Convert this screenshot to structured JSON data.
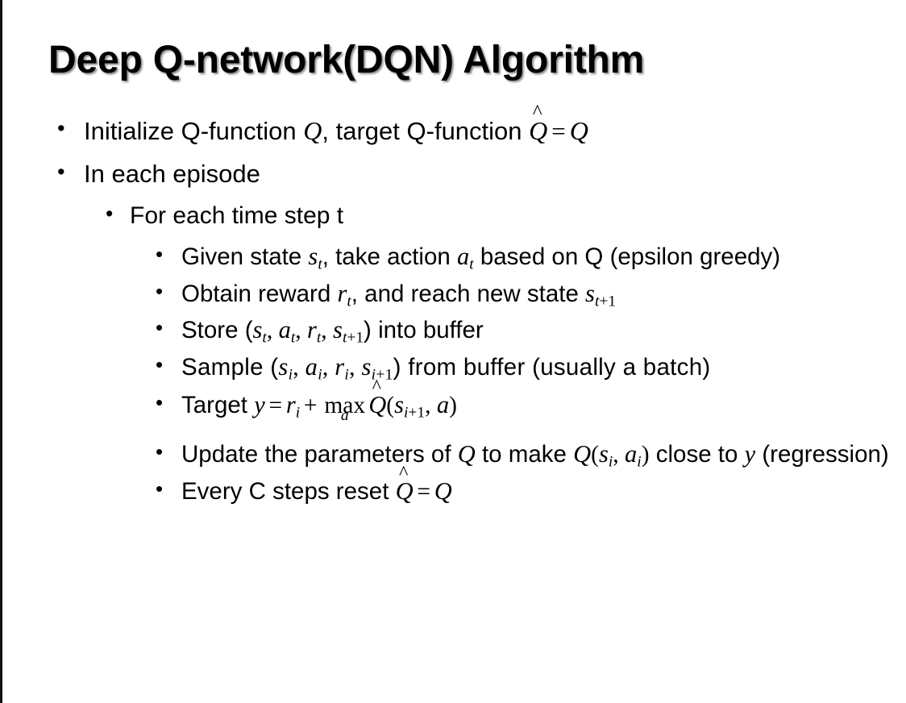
{
  "slide": {
    "title": "Deep Q-network(DQN) Algorithm",
    "background_color": "#ffffff",
    "text_color": "#000000",
    "border_color": "#111111",
    "title_shadow_color": "#787878",
    "bullet_glyph": "•"
  },
  "content": {
    "level1": [
      {
        "id": "initialize",
        "text": "Initialize Q-function Q, target Q-function Q̂ = Q"
      },
      {
        "id": "in-each-episode",
        "text": "In each episode"
      }
    ],
    "level2": [
      {
        "id": "for-each-time-step",
        "text": "For each time step t"
      }
    ],
    "level3": [
      {
        "id": "given-state",
        "text": "Given state s_t, take action a_t based on Q (epsilon greedy)"
      },
      {
        "id": "obtain-reward",
        "text": "Obtain reward r_t, and reach new state s_t+1"
      },
      {
        "id": "store",
        "text": "Store (s_t, a_t, r_t, s_t+1) into buffer"
      },
      {
        "id": "sample",
        "text": "Sample (s_i, a_i, r_i, s_i+1) from buffer (usually a batch)"
      },
      {
        "id": "target",
        "text": "Target y = r_i + max_a Q̂(s_i+1, a)"
      },
      {
        "id": "update-parameters",
        "text": "Update the parameters of Q to make Q(s_i, a_i) close to y (regression)"
      },
      {
        "id": "reset-target",
        "text": "Every C steps reset Q̂ = Q"
      }
    ],
    "tokens": {
      "initialize_pre": "Initialize Q-function ",
      "initialize_q1": "Q",
      "initialize_mid": ", target Q-function ",
      "initialize_qhat": "Q",
      "initialize_eq": "=",
      "initialize_q2": "Q",
      "in_each_episode": "In each episode",
      "for_each_time_step": "For each time step t",
      "given_pre": "Given state ",
      "given_s": "s",
      "given_s_sub": "t",
      "given_mid": ", take action ",
      "given_a": "a",
      "given_a_sub": "t",
      "given_post": " based on Q (epsilon greedy)",
      "obtain_pre": "Obtain reward ",
      "obtain_r": "r",
      "obtain_r_sub": "t",
      "obtain_mid": ", and reach new state ",
      "obtain_s": "s",
      "obtain_s_sub": "t",
      "obtain_s_subplus": "+1",
      "store_pre": "Store (",
      "store_s1": "s",
      "store_s1_sub": "t",
      "store_c1": ", ",
      "store_a": "a",
      "store_a_sub": "t",
      "store_c2": ", ",
      "store_r": "r",
      "store_r_sub": "t",
      "store_c3": ", ",
      "store_s2": "s",
      "store_s2_sub": "t",
      "store_s2_subplus": "+1",
      "store_post": ") into buffer",
      "sample_pre": "Sample (",
      "sample_s1": "s",
      "sample_s1_sub": "i",
      "sample_c1": ", ",
      "sample_a": "a",
      "sample_a_sub": "i",
      "sample_c2": ", ",
      "sample_r": "r",
      "sample_r_sub": "i",
      "sample_c3": ", ",
      "sample_s2": "s",
      "sample_s2_sub": "i",
      "sample_s2_subplus": "+1",
      "sample_post": ") from buffer (usually a batch)",
      "target_pre": "Target ",
      "target_y": "y",
      "target_eq": "=",
      "target_r": "r",
      "target_r_sub": "i",
      "target_plus": "+",
      "target_max": "max",
      "target_max_under": "a",
      "target_qhat": "Q",
      "target_open": "(",
      "target_s": "s",
      "target_s_sub": "i",
      "target_s_subplus": "+1",
      "target_comma": ", ",
      "target_a": "a",
      "target_close": ")",
      "update_pre": "Update the parameters of ",
      "update_q1": "Q",
      "update_mid": " to make ",
      "update_q2": "Q",
      "update_open": "(",
      "update_s": "s",
      "update_s_sub": "i",
      "update_comma": ", ",
      "update_a": "a",
      "update_a_sub": "i",
      "update_close": ")",
      "update_post": " close to ",
      "update_y": "y",
      "update_tail": " (regression)",
      "reset_pre": "Every C steps reset ",
      "reset_qhat": "Q",
      "reset_eq": "=",
      "reset_q": "Q",
      "hat_mark": "̂"
    }
  }
}
